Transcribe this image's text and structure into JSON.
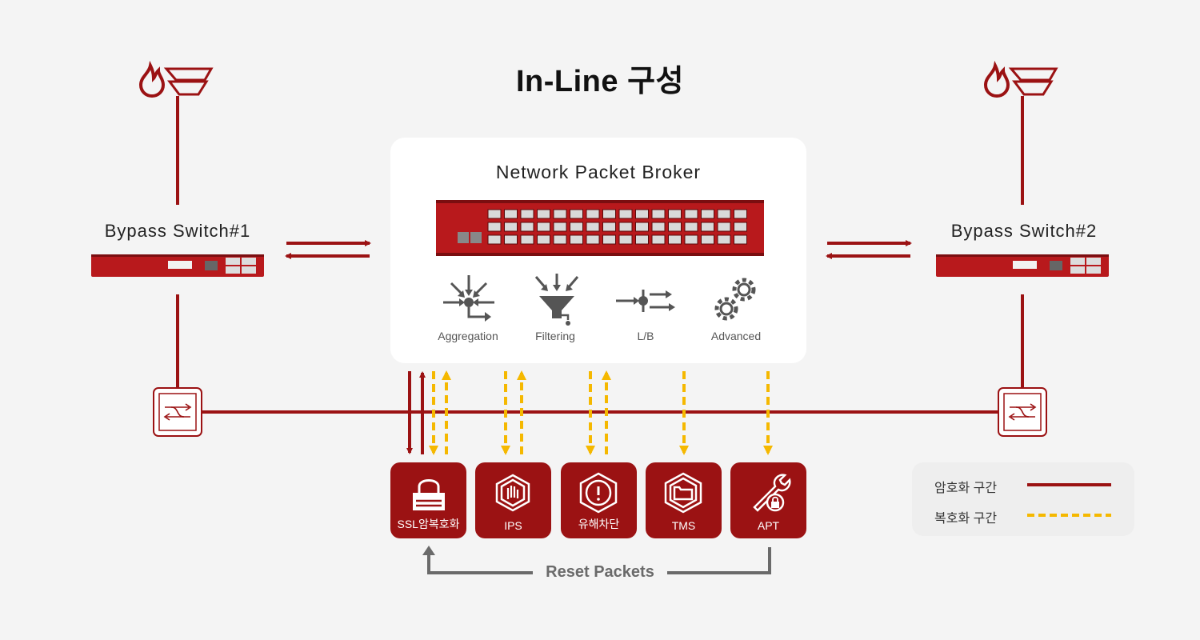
{
  "title": "In-Line 구성",
  "bypass_switches": [
    {
      "label": "Bypass Switch#1"
    },
    {
      "label": "Bypass Switch#2"
    }
  ],
  "npb": {
    "title": "Network Packet Broker",
    "features": [
      {
        "label": "Aggregation",
        "icon": "aggregation-icon"
      },
      {
        "label": "Filtering",
        "icon": "filter-funnel-icon"
      },
      {
        "label": "L/B",
        "icon": "load-balance-icon"
      },
      {
        "label": "Advanced",
        "icon": "gears-icon"
      }
    ]
  },
  "security_devices": [
    {
      "label": "SSL암복호화",
      "icon": "lock-icon"
    },
    {
      "label": "IPS",
      "icon": "hand-stop-icon"
    },
    {
      "label": "유해차단",
      "icon": "warning-icon"
    },
    {
      "label": "TMS",
      "icon": "folder-icon"
    },
    {
      "label": "APT",
      "icon": "wrench-lock-icon"
    }
  ],
  "reset_label": "Reset Packets",
  "legend": [
    {
      "label": "암호화 구간",
      "style": "solid",
      "color": "#9b1213"
    },
    {
      "label": "복호화 구간",
      "style": "dashed",
      "color": "#f5b800"
    }
  ],
  "colors": {
    "accent": "#9b1213",
    "decrypted": "#f5b800",
    "gray": "#6a6a6a"
  }
}
